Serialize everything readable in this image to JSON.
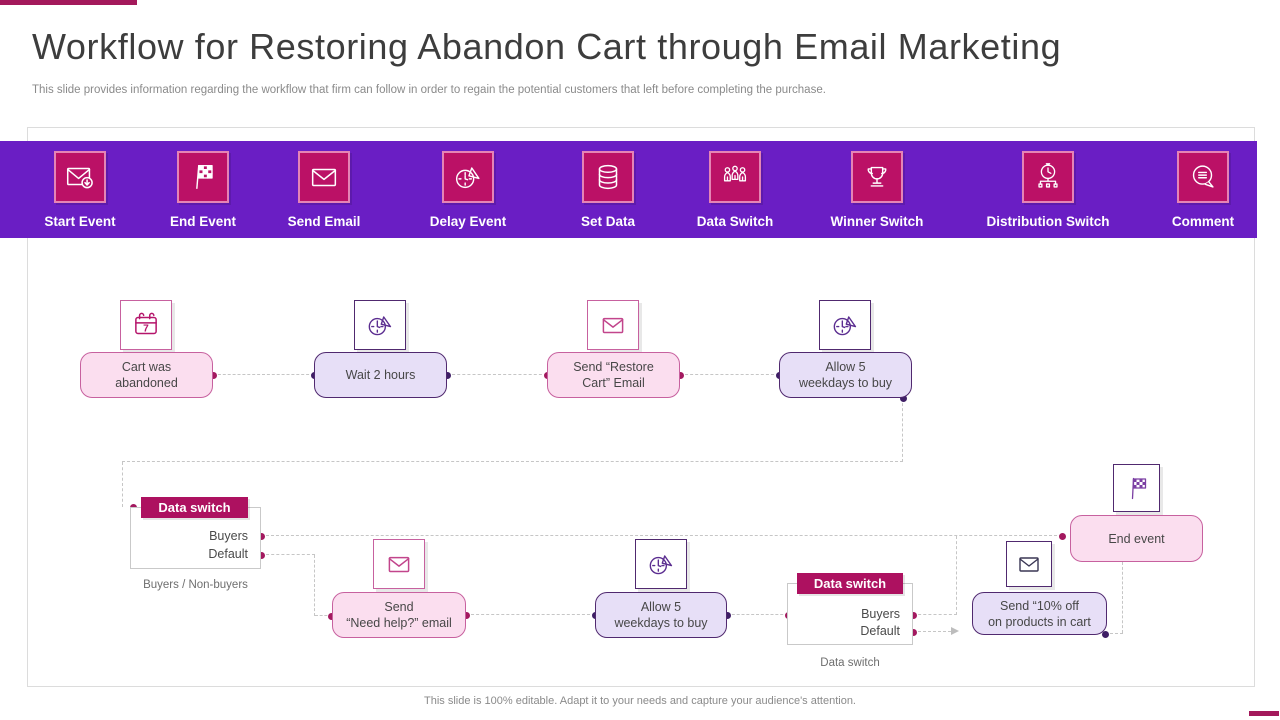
{
  "header": {
    "title": "Workflow for Restoring Abandon Cart through Email Marketing",
    "subtitle": "This slide provides information regarding the workflow that firm can follow in order to regain the potential customers that left before completing the purchase."
  },
  "colors": {
    "accent_bar": "#A3195B",
    "toolbar_band": "#6A1EC4",
    "toolbar_tile": "#BB1166",
    "pink_node_fill": "#FBDEEF",
    "pink_node_border": "#C7619F",
    "purple_node_fill": "#E7DFF7",
    "purple_node_border": "#50296F",
    "switch_header": "#AD1160",
    "dot_magenta": "#A3195F",
    "dot_purple": "#3F1F66"
  },
  "toolbar": {
    "items": [
      {
        "label": "Start Event",
        "icon": "start-event-icon"
      },
      {
        "label": "End Event",
        "icon": "end-event-icon"
      },
      {
        "label": "Send Email",
        "icon": "send-email-icon"
      },
      {
        "label": "Delay Event",
        "icon": "delay-event-icon"
      },
      {
        "label": "Set Data",
        "icon": "set-data-icon"
      },
      {
        "label": "Data Switch",
        "icon": "data-switch-icon"
      },
      {
        "label": "Winner Switch",
        "icon": "winner-switch-icon"
      },
      {
        "label": "Distribution Switch",
        "icon": "distribution-switch-icon"
      },
      {
        "label": "Comment",
        "icon": "comment-icon"
      }
    ]
  },
  "flow": {
    "nodes": [
      {
        "lines": [
          "Cart was",
          "abandoned"
        ],
        "icon": "calendar-icon"
      },
      {
        "lines": [
          "Wait 2 hours"
        ],
        "icon": "delay-clock-icon"
      },
      {
        "lines": [
          "Send “Restore",
          "Cart” Email"
        ],
        "icon": "envelope-icon"
      },
      {
        "lines": [
          "Allow 5",
          "weekdays to buy"
        ],
        "icon": "delay-clock-icon"
      },
      {
        "lines": [
          "Send",
          "“Need help?” email"
        ],
        "icon": "envelope-icon"
      },
      {
        "lines": [
          "Allow 5",
          "weekdays to buy"
        ],
        "icon": "delay-clock-icon"
      },
      {
        "lines": [
          "Send “10% off",
          "on products in cart"
        ],
        "icon": "envelope-icon"
      },
      {
        "lines": [
          "End event"
        ],
        "icon": "checkered-flag-icon"
      }
    ],
    "switches": [
      {
        "title": "Data switch",
        "options": [
          "Buyers",
          "Default"
        ],
        "caption": "Buyers / Non-buyers"
      },
      {
        "title": "Data switch",
        "options": [
          "Buyers",
          "Default"
        ],
        "caption": "Data switch"
      }
    ]
  },
  "footer": {
    "note": "This slide is 100% editable. Adapt it to your needs and capture your audience's attention."
  }
}
